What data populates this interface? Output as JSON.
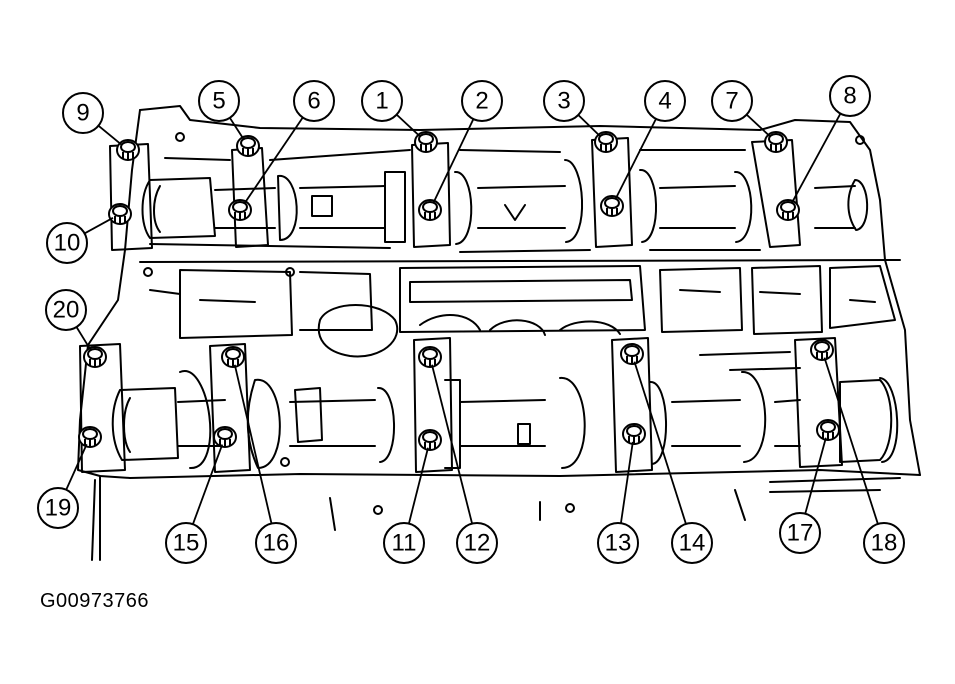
{
  "figure_id": "G00973766",
  "callouts": [
    {
      "label": "1"
    },
    {
      "label": "2"
    },
    {
      "label": "3"
    },
    {
      "label": "4"
    },
    {
      "label": "5"
    },
    {
      "label": "6"
    },
    {
      "label": "7"
    },
    {
      "label": "8"
    },
    {
      "label": "9"
    },
    {
      "label": "10"
    },
    {
      "label": "11"
    },
    {
      "label": "12"
    },
    {
      "label": "13"
    },
    {
      "label": "14"
    },
    {
      "label": "15"
    },
    {
      "label": "16"
    },
    {
      "label": "17"
    },
    {
      "label": "18"
    },
    {
      "label": "19"
    },
    {
      "label": "20"
    }
  ],
  "colors": {
    "ink": "#000000",
    "paper": "#ffffff"
  }
}
